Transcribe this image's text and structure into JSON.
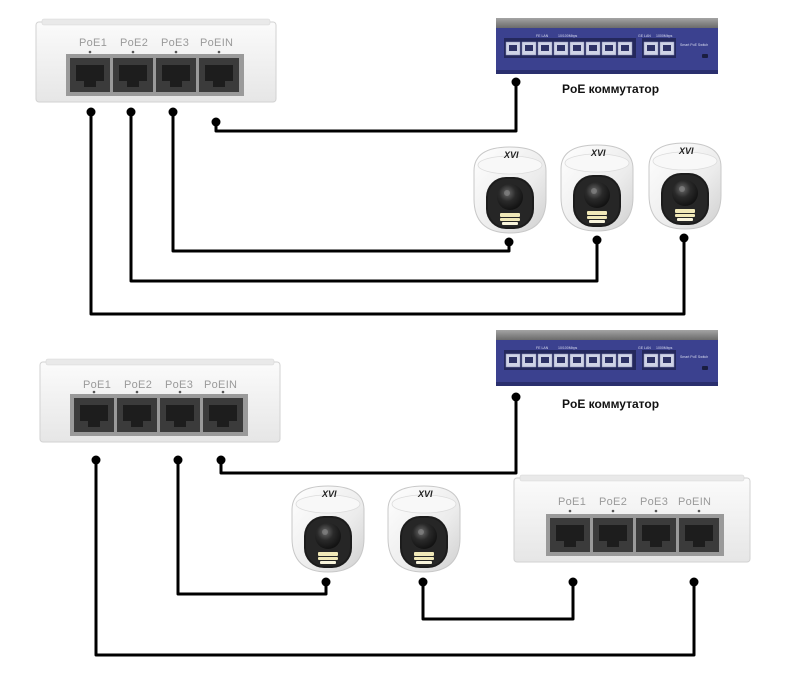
{
  "colors": {
    "cable": "#000000",
    "splitter_body": "#f3f3f3",
    "switch_body": "#3a3f8f",
    "switch_top": "#8a8a8a",
    "camera_body": "#f5f5f5",
    "lens": "#1e1e1e"
  },
  "labels": {
    "switch_label": "PoE коммутатор",
    "camera_brand": "XVI",
    "splitter_ports": [
      "PoE1",
      "PoE2",
      "PoE3",
      "PoEIN"
    ],
    "switch_panel_text": [
      "FE LAN",
      "10/100Mbps",
      "GE LAN",
      "1000Mbps",
      "Smart PoE Switch"
    ]
  },
  "diagrams": [
    {
      "id": "top",
      "devices": [
        "splitter-a",
        "switch-a",
        "camera-1",
        "camera-2",
        "camera-3"
      ],
      "connections": [
        {
          "from": "PoEIN",
          "to": "PoE коммутатор"
        },
        {
          "from": "PoE3",
          "to": "camera-1"
        },
        {
          "from": "PoE2",
          "to": "camera-2"
        },
        {
          "from": "PoE1",
          "to": "camera-3"
        }
      ]
    },
    {
      "id": "bottom",
      "devices": [
        "splitter-b",
        "switch-b",
        "camera-4",
        "camera-5",
        "splitter-c"
      ],
      "connections": [
        {
          "from": "PoEIN",
          "to": "PoE коммутатор"
        },
        {
          "from": "PoE3",
          "to": "camera-4"
        },
        {
          "from": "PoE1",
          "to": "splitter-c PoEIN"
        },
        {
          "from": "splitter-c PoE1",
          "to": "camera-5"
        }
      ]
    }
  ]
}
